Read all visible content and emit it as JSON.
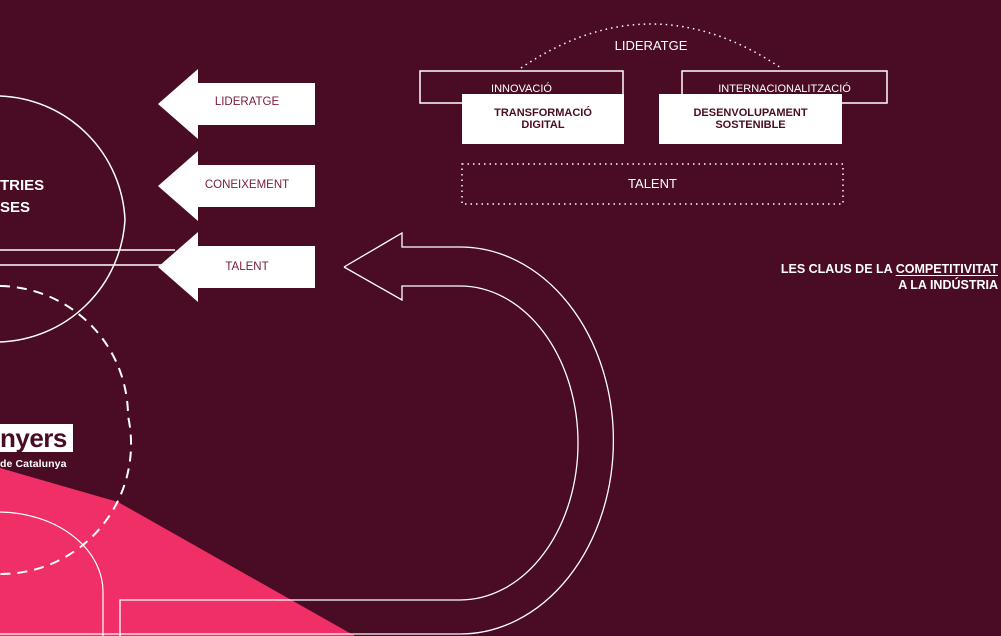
{
  "diagram": {
    "colors": {
      "background": "#4a0c24",
      "accent": "#ef2f66",
      "text": "#ffffff",
      "arrow_text": "#7a1a3c"
    },
    "arrows": [
      {
        "label": "LIDERATGE"
      },
      {
        "label": "CONEIXEMENT"
      },
      {
        "label": "TALENT"
      }
    ],
    "circle_text": {
      "line1": "TRIES",
      "line2": "SES"
    },
    "logo": {
      "word": "nyers",
      "subtitle": "de Catalunya"
    },
    "top_right": {
      "arc_label": "LIDERATGE",
      "left_outline_label": "INNOVACIÓ",
      "right_outline_label": "INTERNACIONALITZACIÓ",
      "box_left": {
        "line1": "TRANSFORMACIÓ",
        "line2": "DIGITAL"
      },
      "box_right": {
        "line1": "DESENVOLUPAMENT",
        "line2": "SOSTENIBLE"
      },
      "dotted_label": "TALENT"
    },
    "claus": {
      "line1_prefix": "LES CLAUS DE LA ",
      "line1_emphasis": "COMPETITIVITAT",
      "line2": "A LA INDÚSTRIA"
    }
  }
}
